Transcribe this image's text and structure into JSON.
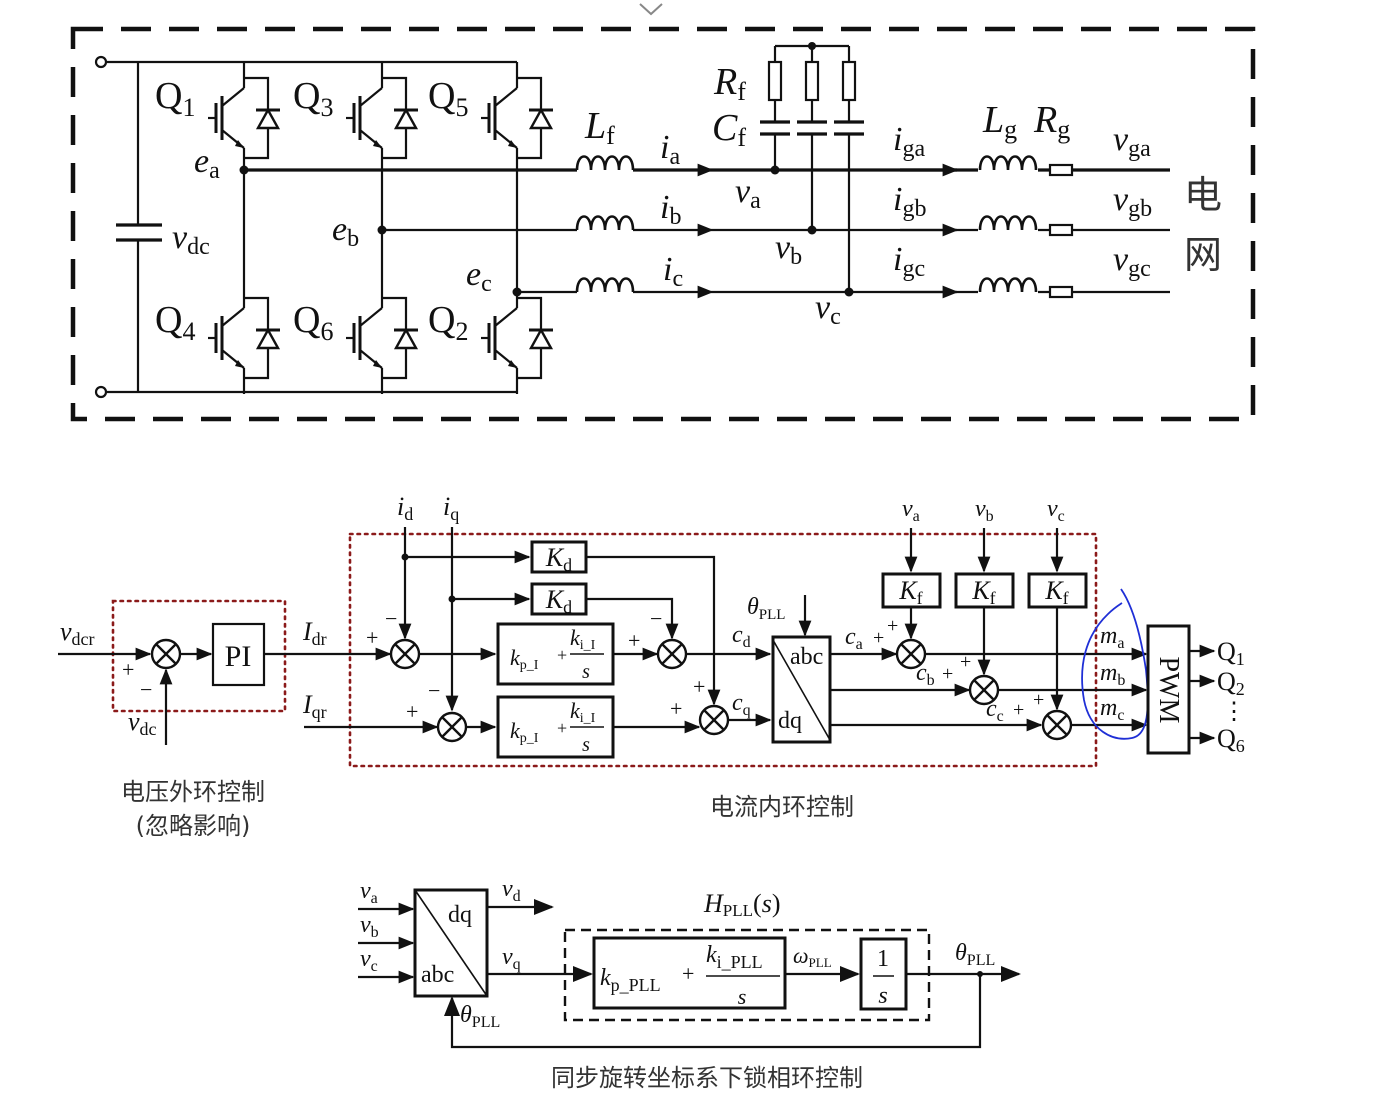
{
  "circuit": {
    "switches": {
      "q1": "Q",
      "q1_sub": "1",
      "q3": "Q",
      "q3_sub": "3",
      "q5": "Q",
      "q5_sub": "5",
      "q4": "Q",
      "q4_sub": "4",
      "q6": "Q",
      "q6_sub": "6",
      "q2": "Q",
      "q2_sub": "2"
    },
    "dc_voltage": {
      "main": "v",
      "sub": "dc"
    },
    "nodes": {
      "ea": {
        "main": "e",
        "sub": "a"
      },
      "eb": {
        "main": "e",
        "sub": "b"
      },
      "ec": {
        "main": "e",
        "sub": "c"
      }
    },
    "filter": {
      "Lf": {
        "main": "L",
        "sub": "f"
      },
      "Rf": {
        "main": "R",
        "sub": "f"
      },
      "Cf": {
        "main": "C",
        "sub": "f"
      },
      "Lg": {
        "main": "L",
        "sub": "g"
      },
      "Rg": {
        "main": "R",
        "sub": "g"
      }
    },
    "currents": {
      "ia": {
        "main": "i",
        "sub": "a"
      },
      "ib": {
        "main": "i",
        "sub": "b"
      },
      "ic": {
        "main": "i",
        "sub": "c"
      },
      "iga": {
        "main": "i",
        "sub": "ga"
      },
      "igb": {
        "main": "i",
        "sub": "gb"
      },
      "igc": {
        "main": "i",
        "sub": "gc"
      }
    },
    "voltages": {
      "va": {
        "main": "v",
        "sub": "a"
      },
      "vb": {
        "main": "v",
        "sub": "b"
      },
      "vc": {
        "main": "v",
        "sub": "c"
      },
      "vga": {
        "main": "v",
        "sub": "ga"
      },
      "vgb": {
        "main": "v",
        "sub": "gb"
      },
      "vgc": {
        "main": "v",
        "sub": "gc"
      }
    },
    "grid_label_1": "电",
    "grid_label_2": "网"
  },
  "control": {
    "voltage_loop": {
      "vdcr": {
        "main": "v",
        "sub": "dcr"
      },
      "vdc": {
        "main": "v",
        "sub": "dc"
      },
      "plus": "+",
      "minus": "−",
      "pi_label": "PI",
      "caption_1": "电压外环控制",
      "caption_2": "(忽略影响)"
    },
    "current_loop": {
      "Idr": {
        "main": "I",
        "sub": "dr"
      },
      "Iqr": {
        "main": "I",
        "sub": "qr"
      },
      "id": {
        "main": "i",
        "sub": "d"
      },
      "iq": {
        "main": "i",
        "sub": "q"
      },
      "Kd1": {
        "main": "K",
        "sub": "d"
      },
      "Kd2": {
        "main": "K",
        "sub": "d"
      },
      "pi_kp": {
        "main": "k",
        "sub": "p_I"
      },
      "pi_ki": {
        "main": "k",
        "sub": "i_I"
      },
      "pi_s": "s",
      "plus_sign": "+",
      "cd": {
        "main": "c",
        "sub": "d"
      },
      "cq": {
        "main": "c",
        "sub": "q"
      },
      "theta": {
        "main": "θ",
        "sub": "PLL"
      },
      "transform_top": "abc",
      "transform_bottom": "dq",
      "ca": {
        "main": "c",
        "sub": "a"
      },
      "cb": {
        "main": "c",
        "sub": "b"
      },
      "cc": {
        "main": "c",
        "sub": "c"
      },
      "va": {
        "main": "v",
        "sub": "a"
      },
      "vb": {
        "main": "v",
        "sub": "b"
      },
      "vc": {
        "main": "v",
        "sub": "c"
      },
      "Kf1": {
        "main": "K",
        "sub": "f"
      },
      "Kf2": {
        "main": "K",
        "sub": "f"
      },
      "Kf3": {
        "main": "K",
        "sub": "f"
      },
      "ma": {
        "main": "m",
        "sub": "a"
      },
      "mb": {
        "main": "m",
        "sub": "b"
      },
      "mc": {
        "main": "m",
        "sub": "c"
      },
      "pwm_label": "PWM",
      "out_q1": {
        "main": "Q",
        "sub": "1"
      },
      "out_q2": {
        "main": "Q",
        "sub": "2"
      },
      "out_q6": {
        "main": "Q",
        "sub": "6"
      },
      "ellipsis": "⋮",
      "caption": "电流内环控制"
    },
    "pll": {
      "va": {
        "main": "v",
        "sub": "a"
      },
      "vb": {
        "main": "v",
        "sub": "b"
      },
      "vc": {
        "main": "v",
        "sub": "c"
      },
      "transform_top": "dq",
      "transform_bottom": "abc",
      "vd": {
        "main": "v",
        "sub": "d"
      },
      "vq": {
        "main": "v",
        "sub": "q"
      },
      "hpll": {
        "main": "H",
        "sub": "PLL",
        "suffix": "(s)"
      },
      "kp": {
        "main": "k",
        "sub": "p_PLL"
      },
      "ki": {
        "main": "k",
        "sub": "i_PLL"
      },
      "plus": "+",
      "s": "s",
      "omega": {
        "main": "ω",
        "sub": "PLL"
      },
      "integrator_num": "1",
      "integrator_den": "s",
      "theta_out": {
        "main": "θ",
        "sub": "PLL"
      },
      "theta_fb": {
        "main": "θ",
        "sub": "PLL"
      },
      "caption": "同步旋转坐标系下锁相环控制"
    }
  }
}
